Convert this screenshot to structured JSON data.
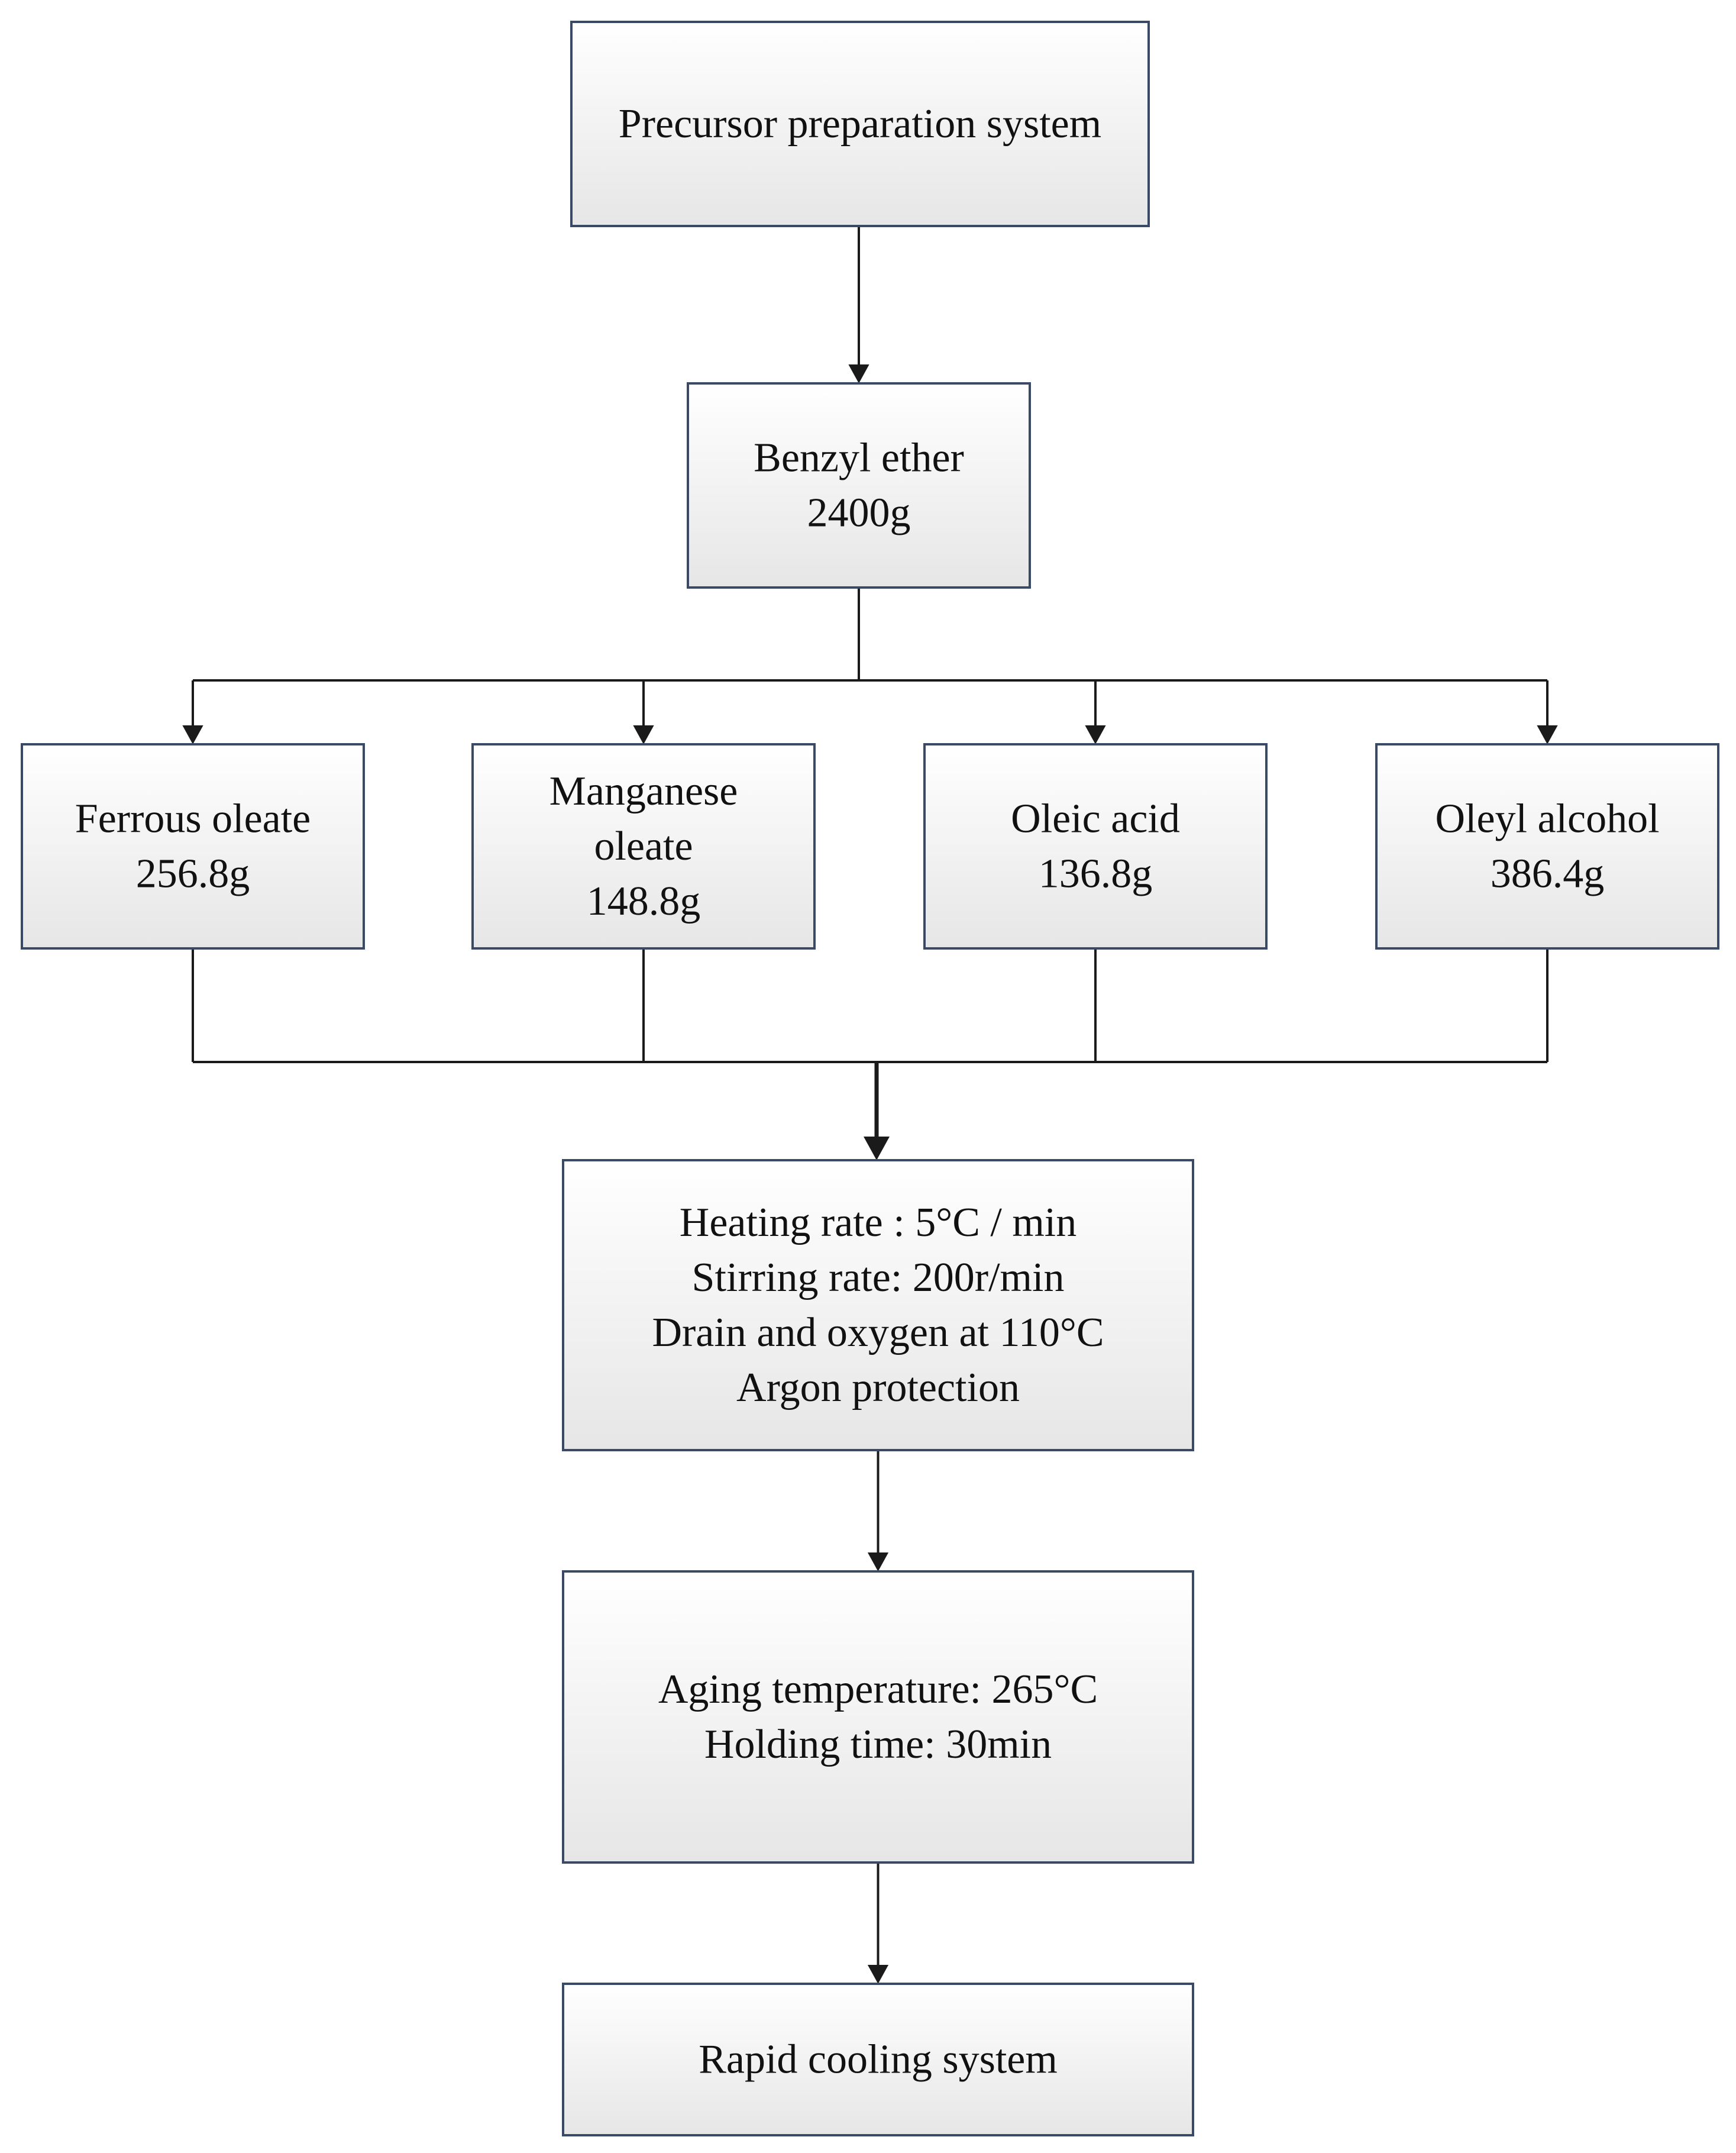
{
  "diagram": {
    "nodes": [
      {
        "id": "precursor",
        "lines": [
          "Precursor preparation system"
        ]
      },
      {
        "id": "benzyl",
        "lines": [
          "Benzyl ether",
          "2400g"
        ]
      },
      {
        "id": "ferrous",
        "lines": [
          "Ferrous oleate",
          "256.8g"
        ]
      },
      {
        "id": "manganese",
        "lines": [
          "Manganese",
          "oleate",
          "148.8g"
        ]
      },
      {
        "id": "oleic",
        "lines": [
          "Oleic acid",
          "136.8g"
        ]
      },
      {
        "id": "oleyl",
        "lines": [
          "Oleyl alcohol",
          "386.4g"
        ]
      },
      {
        "id": "heating",
        "lines": [
          "Heating rate : 5°C / min",
          "Stirring rate: 200r/min",
          "Drain and oxygen at 110°C",
          "Argon protection"
        ]
      },
      {
        "id": "aging",
        "lines": [
          "Aging temperature: 265°C",
          "Holding time: 30min"
        ]
      },
      {
        "id": "cooling",
        "lines": [
          "Rapid cooling system"
        ]
      }
    ],
    "edges": [
      {
        "from": "precursor",
        "to": "benzyl"
      },
      {
        "from": "benzyl",
        "to": "ferrous"
      },
      {
        "from": "benzyl",
        "to": "manganese"
      },
      {
        "from": "benzyl",
        "to": "oleic"
      },
      {
        "from": "benzyl",
        "to": "oleyl"
      },
      {
        "from": "ferrous",
        "to": "heating"
      },
      {
        "from": "manganese",
        "to": "heating"
      },
      {
        "from": "oleic",
        "to": "heating"
      },
      {
        "from": "oleyl",
        "to": "heating"
      },
      {
        "from": "heating",
        "to": "aging"
      },
      {
        "from": "aging",
        "to": "cooling"
      }
    ]
  }
}
